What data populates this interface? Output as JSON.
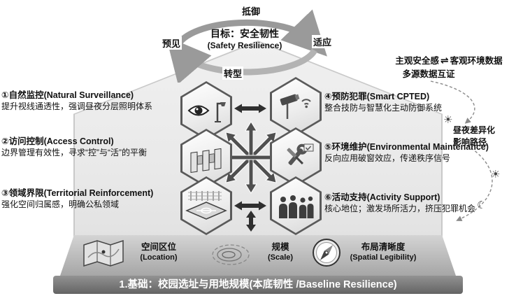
{
  "cycle": {
    "goal_line1": "目标：安全韧性",
    "goal_line2": "(Safety Resilience)",
    "labels": {
      "top": "抵御",
      "right": "适应",
      "bottom": "转型",
      "left": "预见"
    }
  },
  "evidence": {
    "subjective": "主观安全感",
    "exchange_arrow": "⇌",
    "objective": "客观环境数据",
    "line2": "多源数据互证"
  },
  "day_night": {
    "line1": "昼夜差异化",
    "line2": "影响路径",
    "sun_glyph": "☀",
    "moon_glyph": "☾"
  },
  "principles": {
    "left": [
      {
        "title": "①自然监控(Natural Surveillance)",
        "desc": "提升视线通透性，强调昼夜分层照明体系"
      },
      {
        "title": "②访问控制(Access Control)",
        "desc": "边界管理有效性，寻求“控”与“活”的平衡"
      },
      {
        "title": "③领域界限(Territorial Reinforcement)",
        "desc": "强化空间归属感，明确公私领域"
      }
    ],
    "right": [
      {
        "title": "④预防犯罪(Smart CPTED)",
        "desc": "整合技防与智慧化主动防御系统"
      },
      {
        "title": "⑤环境维护(Environmental Maintenance)",
        "desc": "反向应用破窗效应，传递秩序信号"
      },
      {
        "title": "⑥活动支持(Activity Support)",
        "desc": "核心地位；激发场所活力，挤压犯罪机会"
      }
    ]
  },
  "base": {
    "items": [
      {
        "cn": "空间区位",
        "en": "(Location)"
      },
      {
        "cn": "规模",
        "en": "(Scale)"
      },
      {
        "cn": "布局清晰度",
        "en": "(Spatial Legibility)"
      }
    ],
    "title": "1.基础：校园选址与用地规模(本底韧性 /Baseline Resilience)"
  },
  "colors": {
    "arrow_gray": "#9a9a9a",
    "dark_arrow": "#2f2f2f",
    "bar_gray": "#6b6b6b",
    "text": "#111111"
  }
}
